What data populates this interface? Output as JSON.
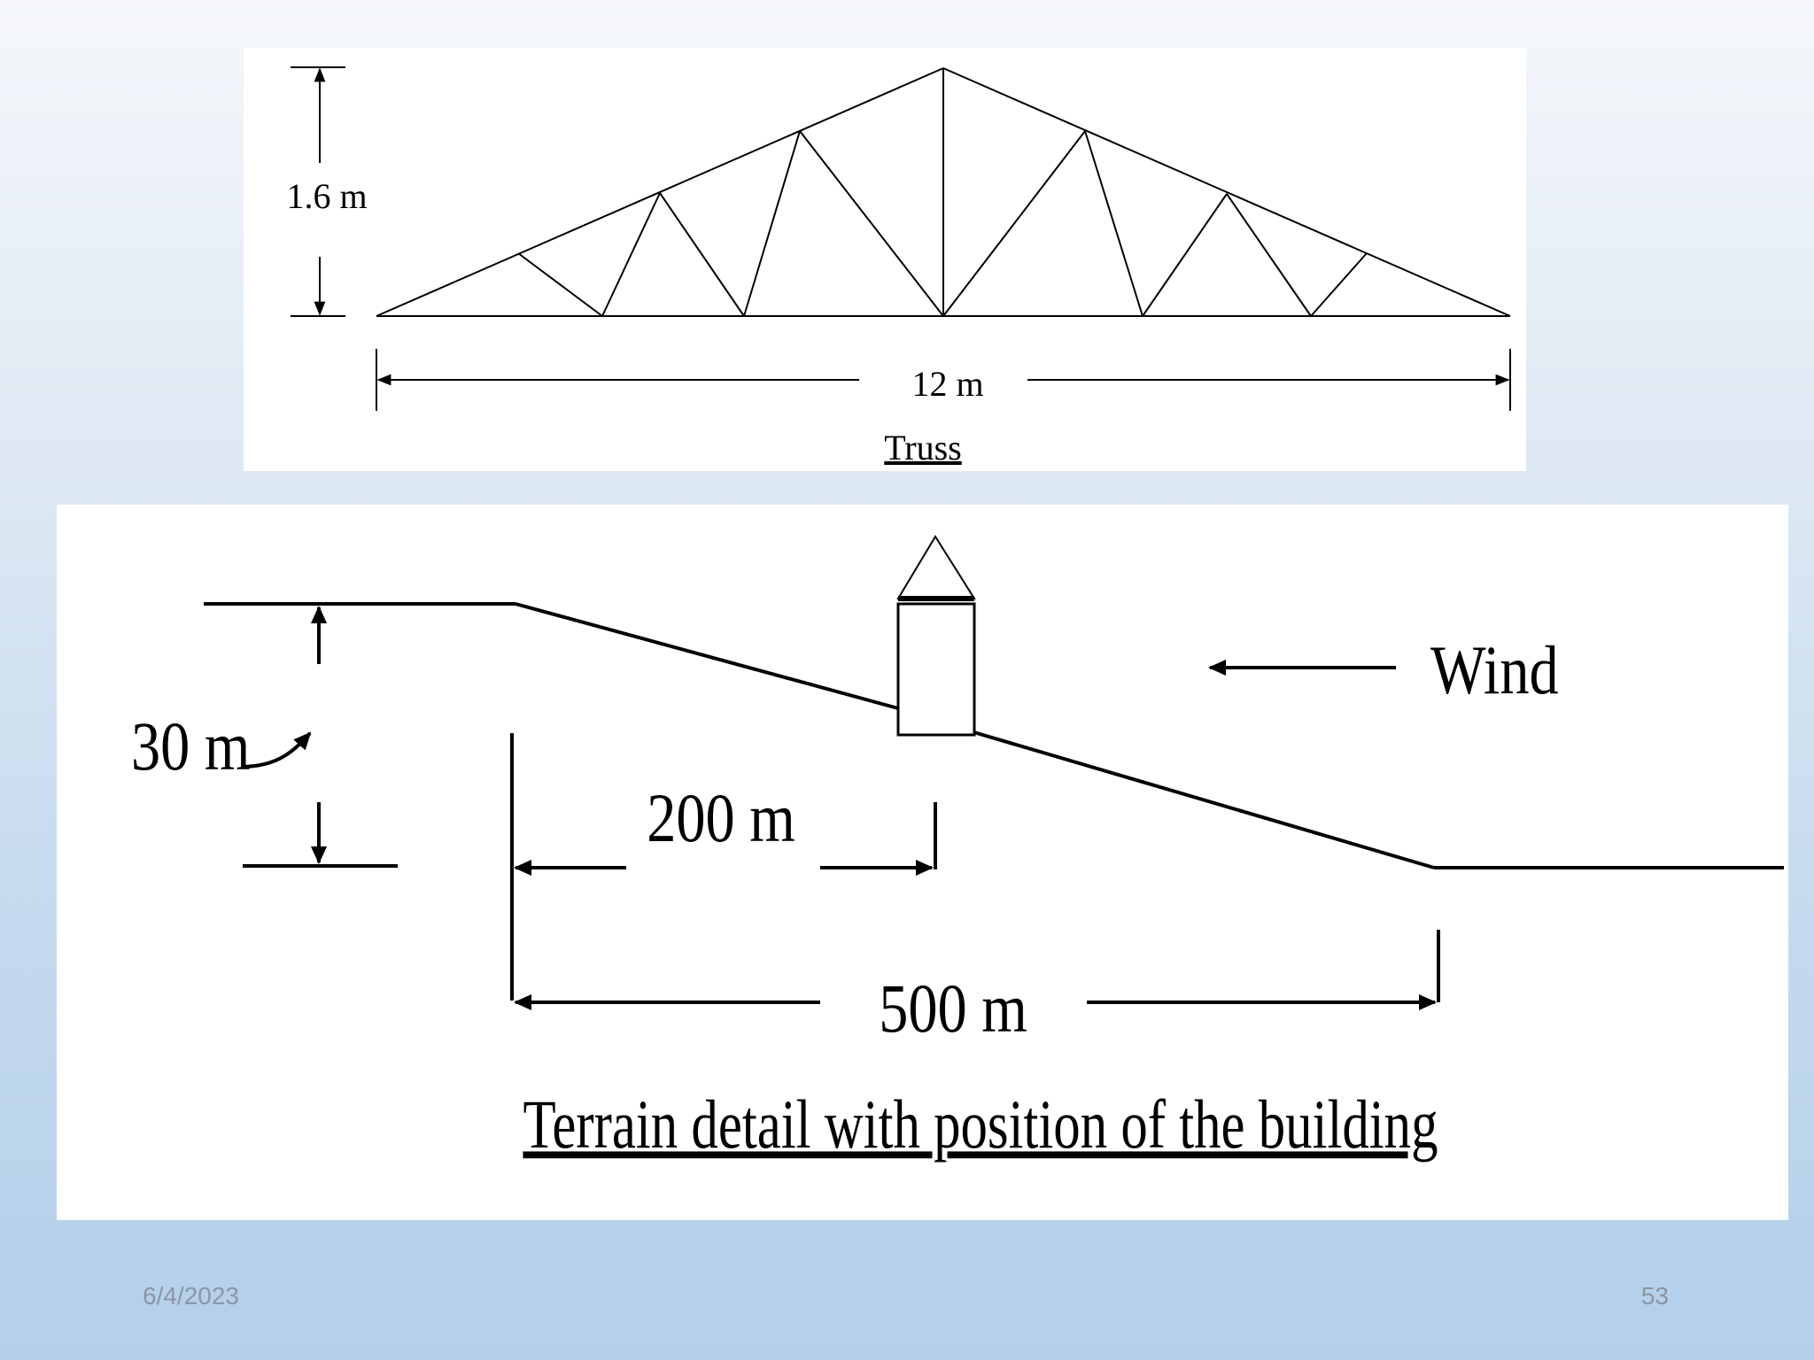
{
  "truss": {
    "height_label": "1.6 m",
    "span_label": "12 m",
    "caption": "Truss"
  },
  "terrain": {
    "height_label": "30 m",
    "distance_to_building_label": "200 m",
    "slope_length_label": "500 m",
    "wind_label": "Wind",
    "caption": "Terrain detail with position of the building"
  },
  "footer": {
    "date": "6/4/2023",
    "slide_number": "53"
  }
}
